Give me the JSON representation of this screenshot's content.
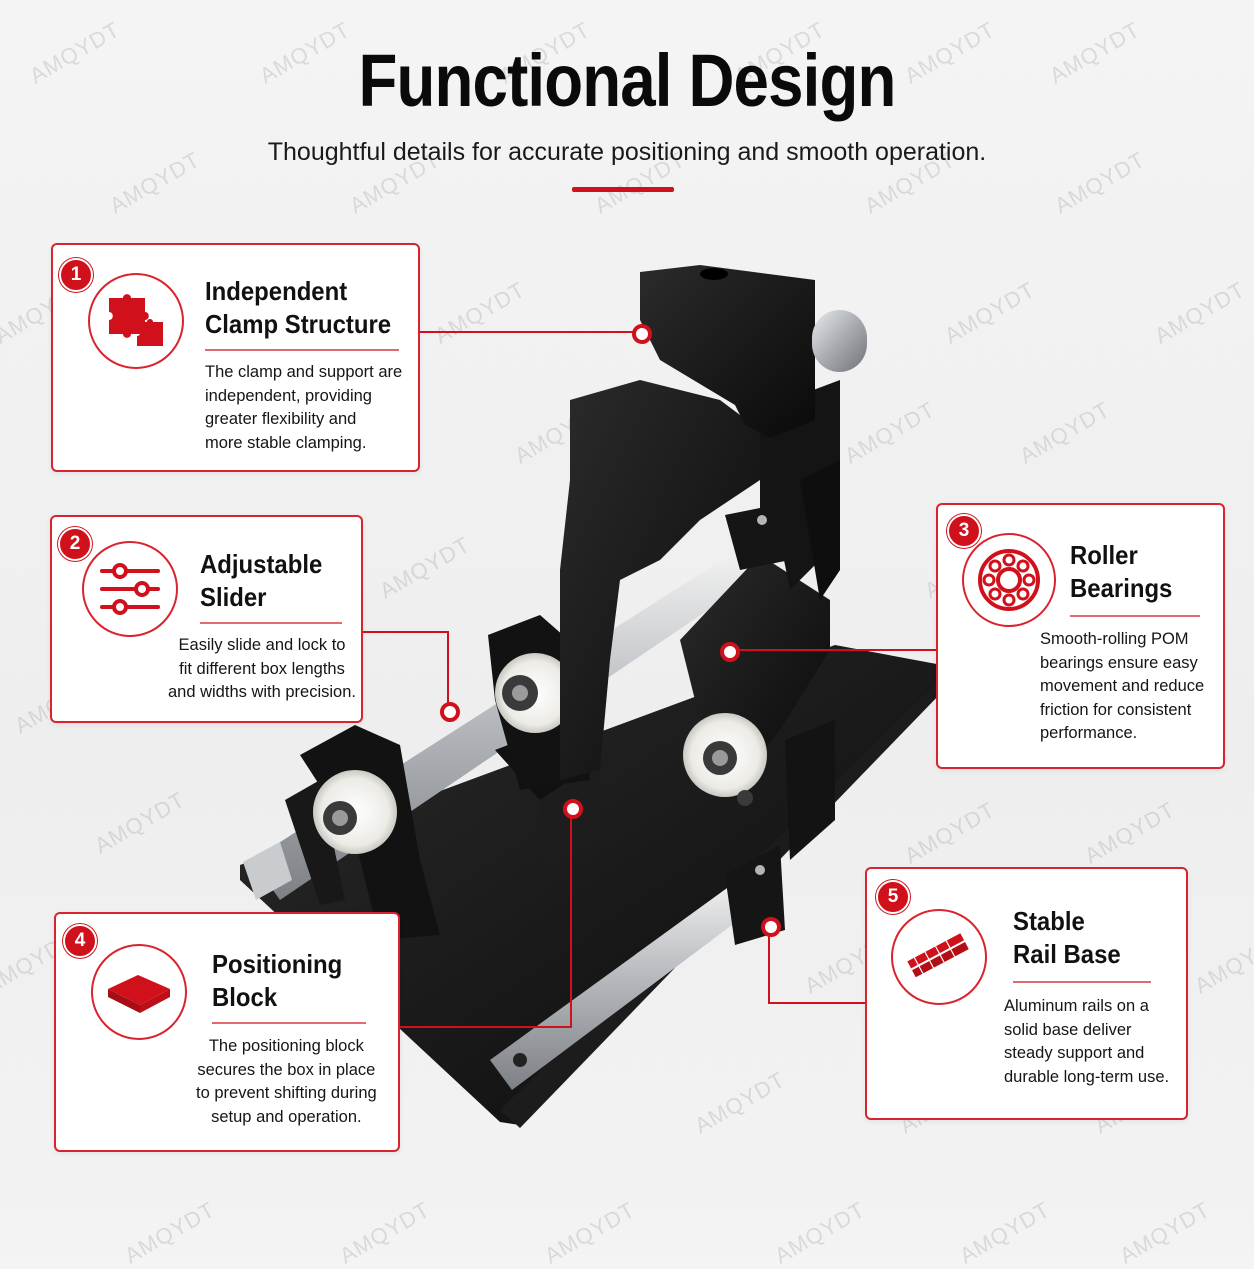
{
  "header": {
    "title": "Functional Design",
    "subtitle": "Thoughtful details for accurate positioning and smooth operation."
  },
  "watermark": "AMQYDT",
  "colors": {
    "accent": "#d0111b",
    "card_border": "#d9232d",
    "text": "#111111"
  },
  "features": [
    {
      "number": "1",
      "icon": "puzzle-icon",
      "title_line1": "Independent",
      "title_line2": "Clamp Structure",
      "desc": [
        "The clamp and support are",
        "independent, providing",
        "greater flexibility and",
        "more stable clamping."
      ]
    },
    {
      "number": "2",
      "icon": "sliders-icon",
      "title_line1": "Adjustable",
      "title_line2": "Slider",
      "desc": [
        "Easily slide and lock to",
        "fit different box lengths",
        "and widths with precision."
      ]
    },
    {
      "number": "3",
      "icon": "bearing-icon",
      "title_line1": "Roller",
      "title_line2": "Bearings",
      "desc": [
        "Smooth-rolling POM",
        "bearings ensure easy",
        "movement and reduce",
        "friction for consistent",
        "performance."
      ]
    },
    {
      "number": "4",
      "icon": "block-icon",
      "title_line1": "Positioning",
      "title_line2": "Block",
      "desc": [
        "The positioning block",
        "secures the box in place",
        "to prevent shifting during",
        "setup and operation."
      ]
    },
    {
      "number": "5",
      "icon": "rail-icon",
      "title_line1": "Stable",
      "title_line2": "Rail Base",
      "desc": [
        "Aluminum rails on a",
        "solid  base deliver",
        "steady support and",
        "durable long-term use."
      ]
    }
  ]
}
